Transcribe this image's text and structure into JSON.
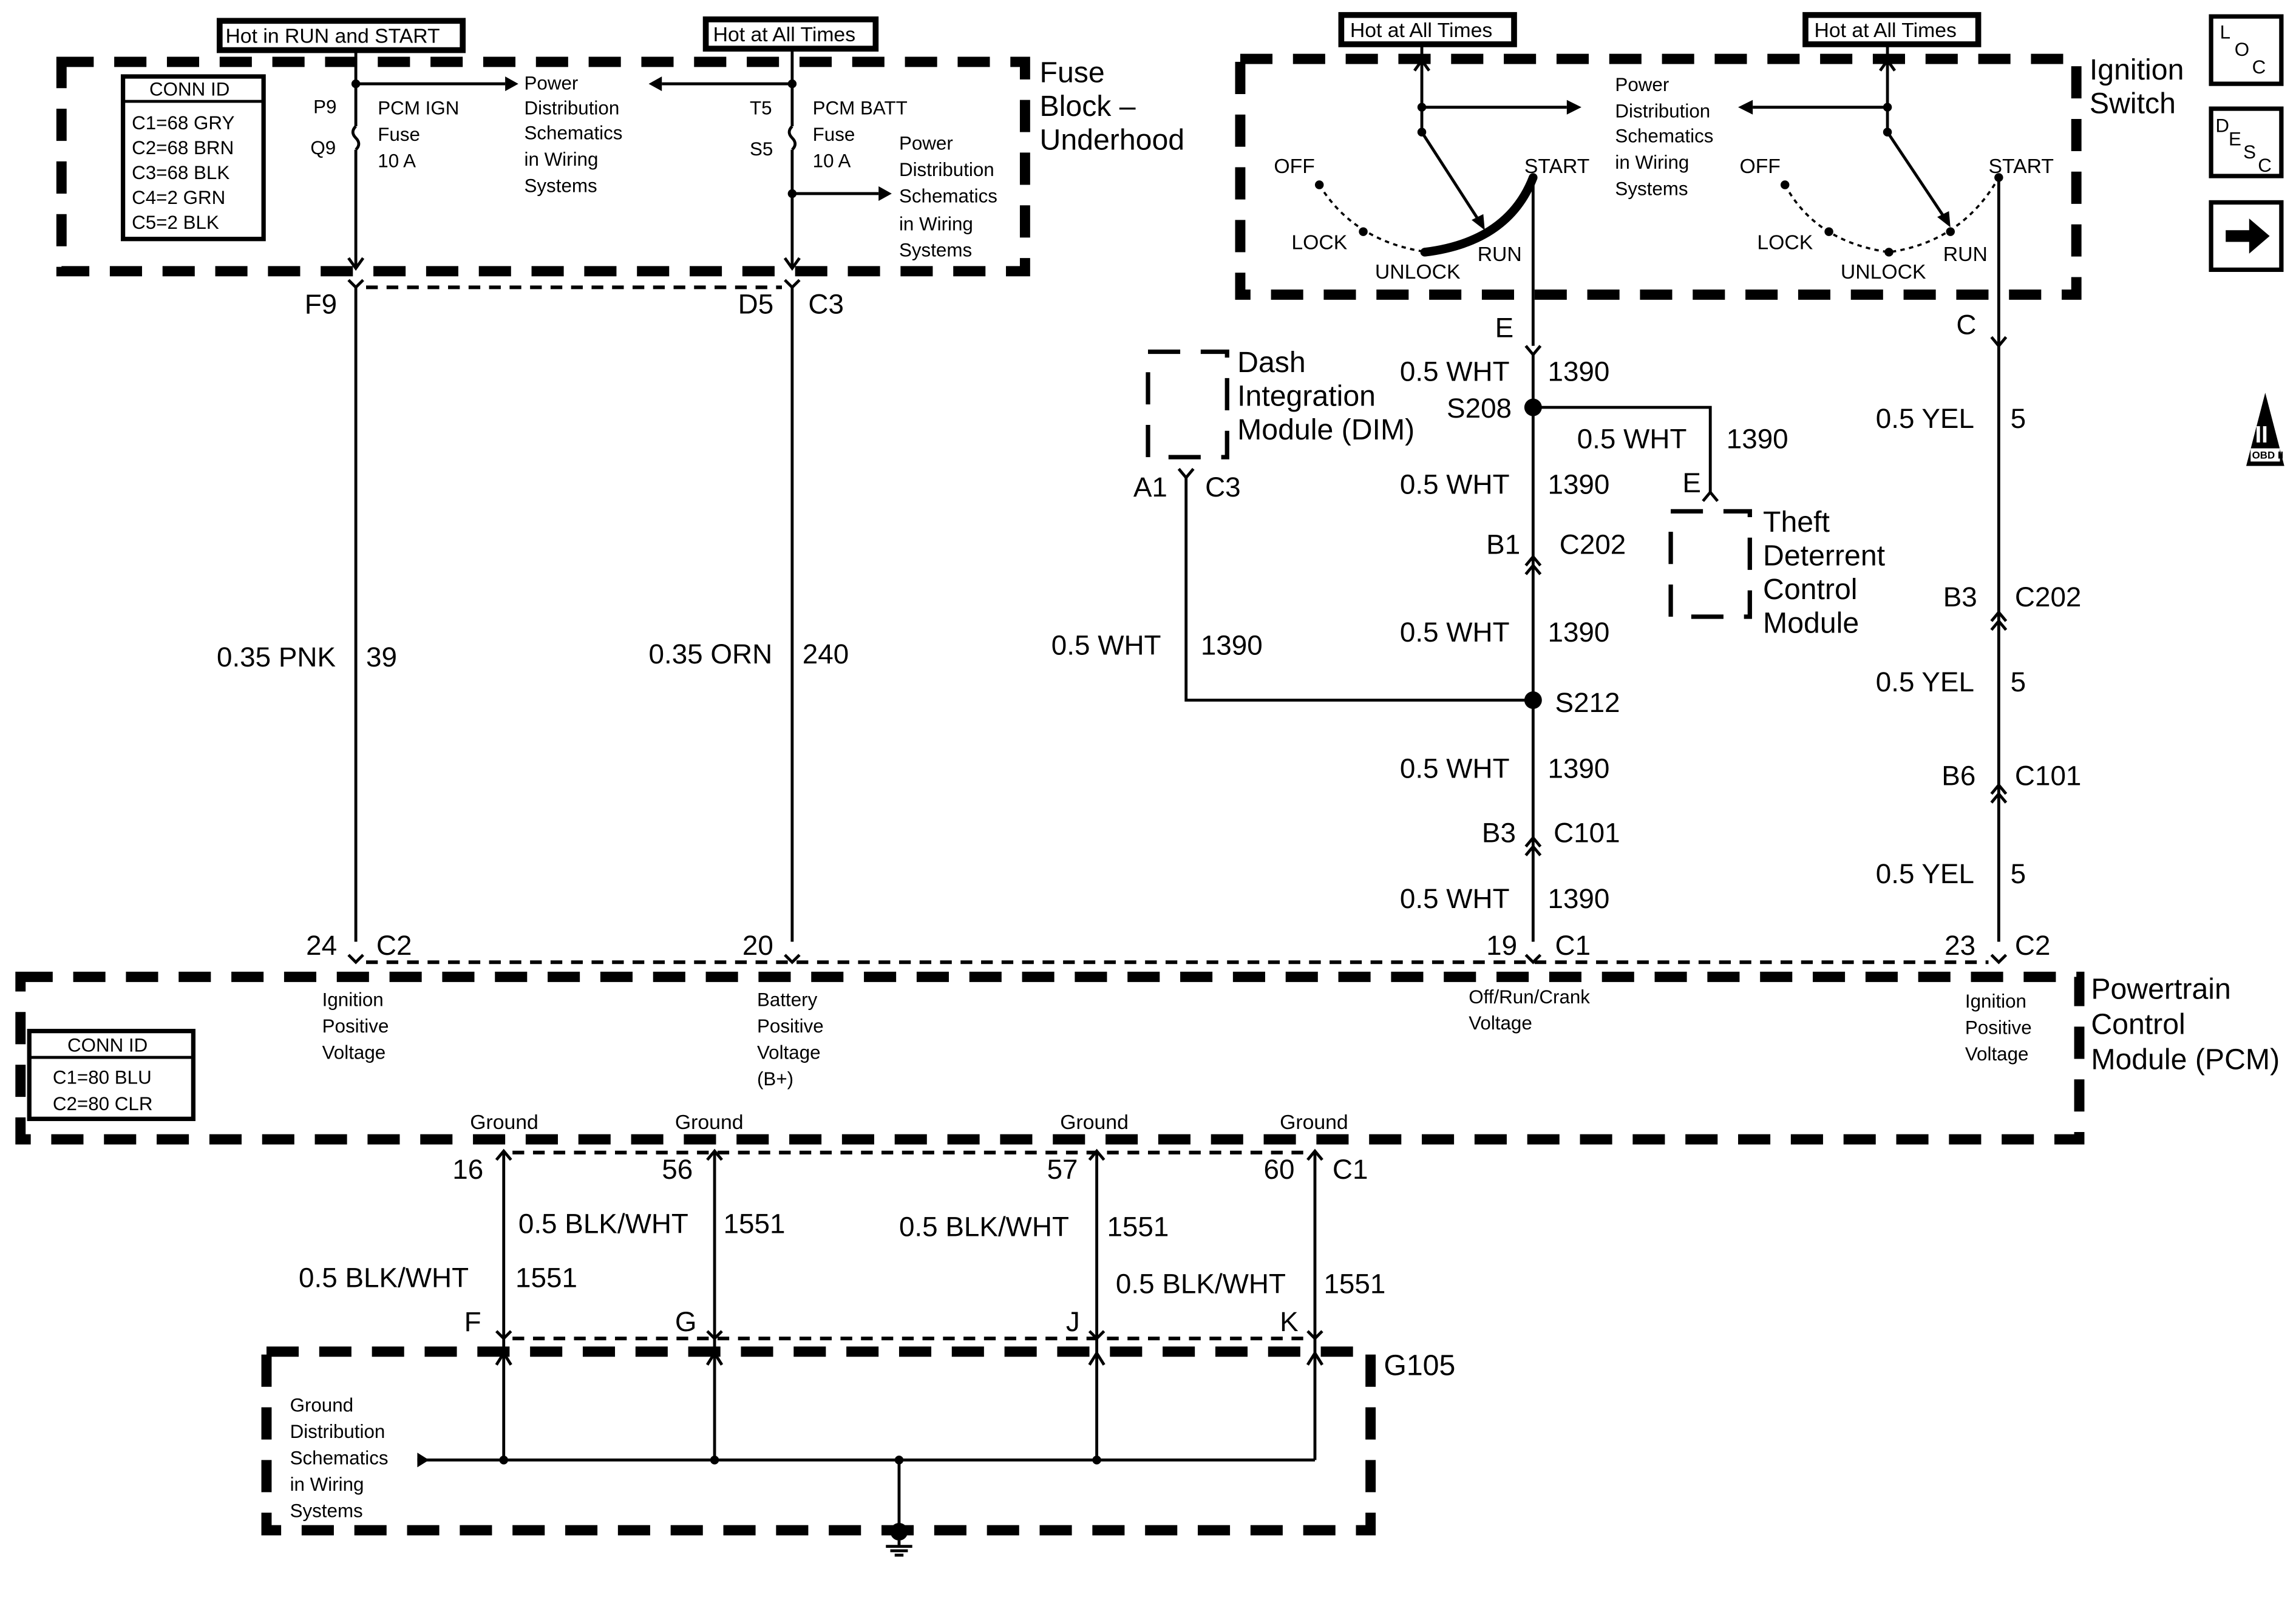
{
  "header_tags": {
    "hot_run_start": "Hot in RUN and START",
    "hot_all_times_fuse": "Hot at All Times",
    "hot_all_times_ign_left": "Hot at All Times",
    "hot_all_times_ign_right": "Hot at All Times"
  },
  "fuse_block": {
    "title_line1": "Fuse",
    "title_line2": "Block –",
    "title_line3": "Underhood",
    "conn_id_header": "CONN ID",
    "conn_ids": [
      "C1=68 GRY",
      "C2=68 BRN",
      "C3=68 BLK",
      "C4=2 GRN",
      "C5=2 BLK"
    ],
    "fuse1_pin_top": "P9",
    "fuse1_pin_bot": "Q9",
    "fuse1_name": [
      "PCM IGN",
      "Fuse",
      "10 A"
    ],
    "fuse2_pin_top": "T5",
    "fuse2_pin_bot": "S5",
    "fuse2_name": [
      "PCM BATT",
      "Fuse",
      "10 A"
    ],
    "pwr_dist_1": [
      "Power",
      "Distribution",
      "Schematics",
      "in Wiring",
      "Systems"
    ],
    "pwr_dist_2": [
      "Power",
      "Distribution",
      "Schematics",
      "in Wiring",
      "Systems"
    ]
  },
  "ignition_switch": {
    "title_line1": "Ignition",
    "title_line2": "Switch",
    "pwr_dist": [
      "Power",
      "Distribution",
      "Schematics",
      "in Wiring",
      "Systems"
    ],
    "left": {
      "off": "OFF",
      "lock": "LOCK",
      "unlock": "UNLOCK",
      "run": "RUN",
      "start": "START"
    },
    "right": {
      "off": "OFF",
      "lock": "LOCK",
      "unlock": "UNLOCK",
      "run": "RUN",
      "start": "START"
    },
    "pin_e": "E",
    "pin_c": "C"
  },
  "side_icons": {
    "loc": [
      "L",
      "O",
      "C"
    ],
    "desc": [
      "D",
      "E",
      "S",
      "C"
    ],
    "obd": "OBD II",
    "obd_numeral": "II"
  },
  "wires": {
    "f9": "F9",
    "d5": "D5",
    "c3_fuse": "C3",
    "pnk_label": "0.35 PNK",
    "pnk_circuit": "39",
    "orn_label": "0.35 ORN",
    "orn_circuit": "240",
    "wht_label": "0.5 WHT",
    "wht_circuit": "1390",
    "yel_label": "0.5 YEL",
    "yel_circuit": "5",
    "s208": "S208",
    "s212": "S212",
    "dim_title": [
      "Dash",
      "Integration",
      "Module (DIM)"
    ],
    "dim_a1": "A1",
    "dim_c3": "C3",
    "theft_title": [
      "Theft",
      "Deterrent",
      "Control",
      "Module"
    ],
    "theft_e": "E",
    "b1": "B1",
    "c202": "C202",
    "b3": "B3",
    "c101": "C101",
    "b6": "B6"
  },
  "pcm": {
    "title": [
      "Powertrain",
      "Control",
      "Module (PCM)"
    ],
    "conn_id_header": "CONN ID",
    "conn_ids": [
      "C1=80 BLU",
      "C2=80 CLR"
    ],
    "pins_top": {
      "p24": "24",
      "c2a": "C2",
      "p20": "20",
      "p19": "19",
      "c1a": "C1",
      "p23": "23",
      "c2b": "C2"
    },
    "desc_ign1": [
      "Ignition",
      "Positive",
      "Voltage"
    ],
    "desc_batt": [
      "Battery",
      "Positive",
      "Voltage",
      "(B+)"
    ],
    "desc_orc": [
      "Off/Run/Crank",
      "Voltage"
    ],
    "desc_ign2": [
      "Ignition",
      "Positive",
      "Voltage"
    ],
    "ground": "Ground",
    "pins_bottom": {
      "p16": "16",
      "p56": "56",
      "p57": "57",
      "p60": "60",
      "c1": "C1"
    }
  },
  "ground_wires": {
    "label": "0.5 BLK/WHT",
    "circuit": "1551",
    "f": "F",
    "g": "G",
    "j": "J",
    "k": "K"
  },
  "ground_block": {
    "name": "G105",
    "dist": [
      "Ground",
      "Distribution",
      "Schematics",
      "in Wiring",
      "Systems"
    ]
  }
}
